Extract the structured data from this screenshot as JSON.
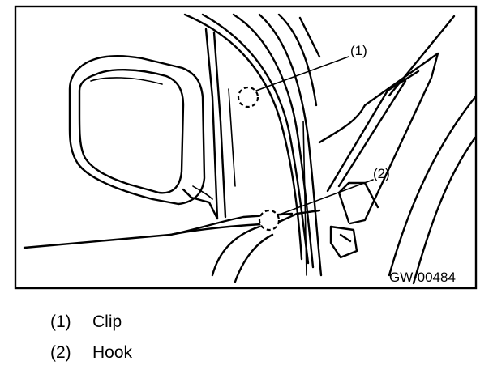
{
  "figure": {
    "figure_id": "GW-00484",
    "callouts": [
      {
        "number": "(1)",
        "label": "Clip"
      },
      {
        "number": "(2)",
        "label": "Hook"
      }
    ]
  },
  "legend": [
    {
      "number": "(1)",
      "label": "Clip"
    },
    {
      "number": "(2)",
      "label": "Hook"
    }
  ]
}
